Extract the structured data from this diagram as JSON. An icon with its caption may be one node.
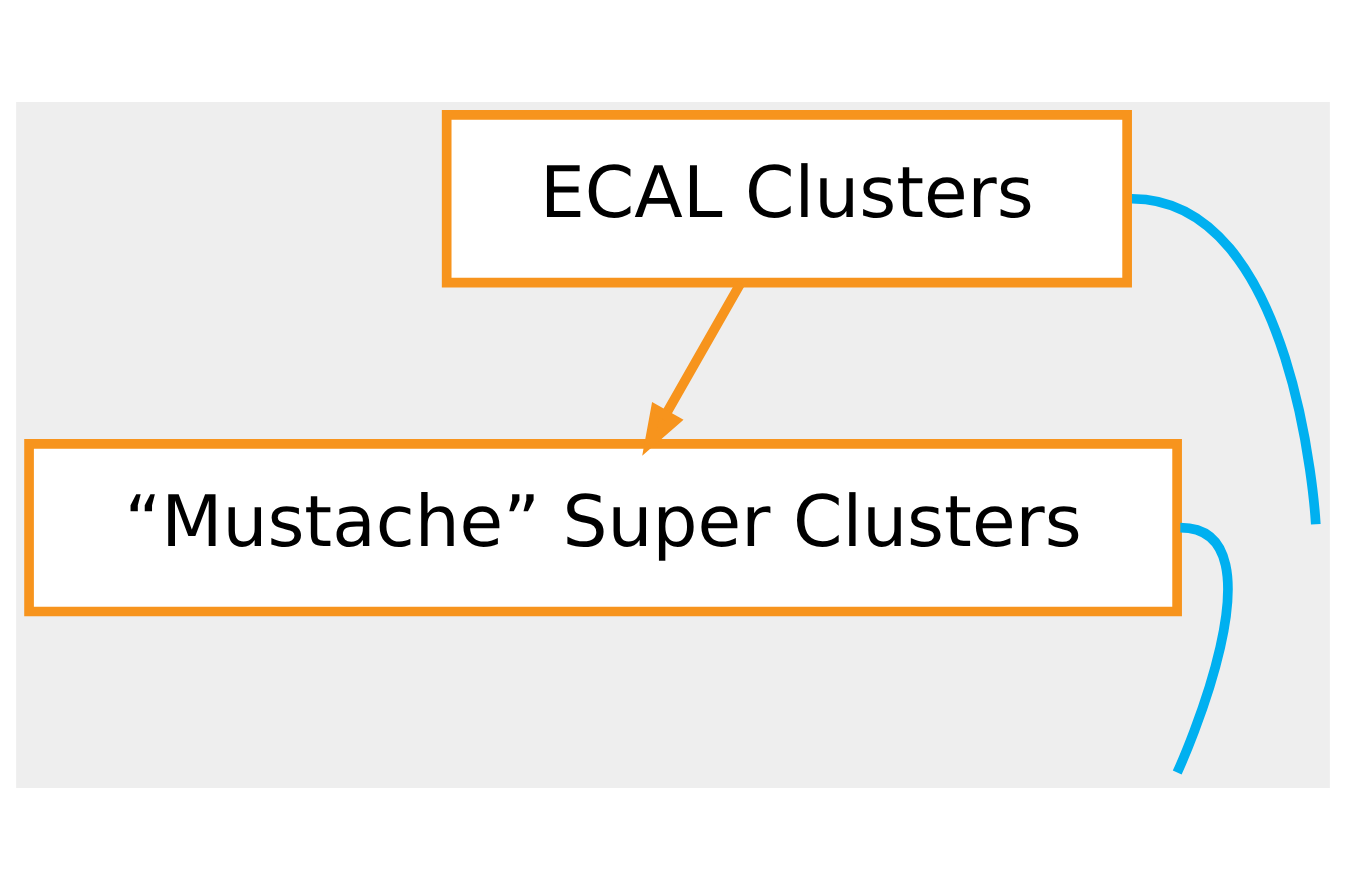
{
  "diagram": {
    "nodes": [
      {
        "text": [
          "ECAL Clusters"
        ]
      },
      {
        "text": [
          "“Mustache” Super Clusters"
        ]
      }
    ],
    "edges": [
      {
        "from": 0,
        "to": 1,
        "arrow": "to",
        "color": "#f7941d"
      },
      {
        "from": 0,
        "to": null,
        "arrow": "none"
      },
      {
        "from": 1,
        "to": null,
        "arrow": "none"
      }
    ]
  }
}
